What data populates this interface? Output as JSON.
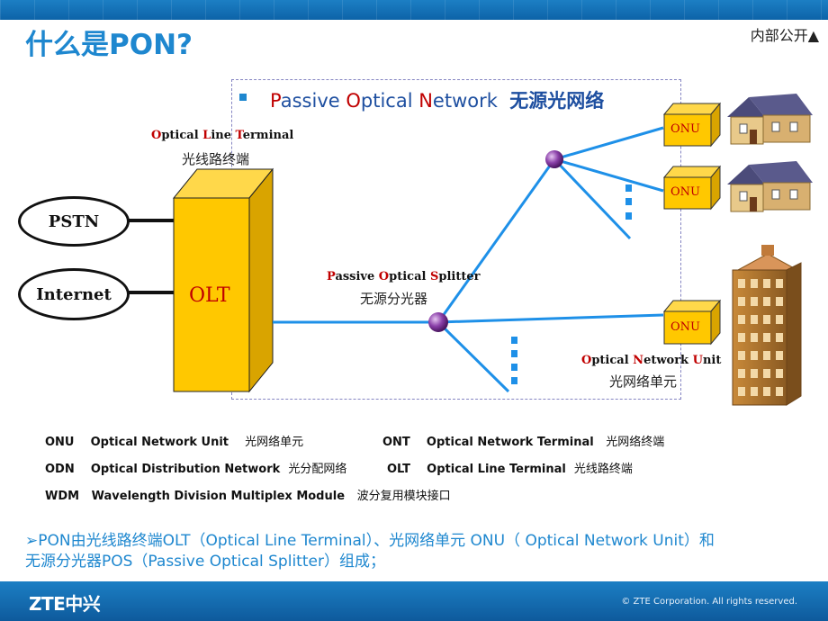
{
  "header": {
    "title": "什么是PON?",
    "classification": "内部公开▲"
  },
  "pon_title": {
    "p1": "P",
    "p1_rest": "assive ",
    "p2": "O",
    "p2_rest": "ptical ",
    "p3": "N",
    "p3_rest": "etwork",
    "cn": "无源光网络"
  },
  "olt_label": {
    "c1": "O",
    "r1": "ptical ",
    "c2": "L",
    "r2": "ine ",
    "c3": "T",
    "r3": "erminal",
    "cn": "光线路终端",
    "box": "OLT"
  },
  "clouds": {
    "pstn": "PSTN",
    "internet": "Internet"
  },
  "splitter_label": {
    "c1": "P",
    "r1": "assive ",
    "c2": "O",
    "r2": "ptical ",
    "c3": "S",
    "r3": "plitter",
    "cn": "无源分光器"
  },
  "onu_boxes": [
    "ONU",
    "ONU",
    "ONU"
  ],
  "onu_label": {
    "c1": "O",
    "r1": "ptical ",
    "c2": "N",
    "r2": "etwork ",
    "c3": "U",
    "r3": "nit",
    "cn": "光网络单元"
  },
  "legend": [
    {
      "abbr": "ONU",
      "en": "Optical Network Unit",
      "cn": "光网络单元"
    },
    {
      "abbr": "ONT",
      "en": "Optical Network Terminal",
      "cn": "光网络终端"
    },
    {
      "abbr": "ODN",
      "en": "Optical Distribution Network",
      "cn": "光分配网络"
    },
    {
      "abbr": "OLT",
      "en": "Optical Line Terminal",
      "cn": "光线路终端"
    },
    {
      "abbr": "WDM",
      "en": "Wavelength Division Multiplex Module",
      "cn": "波分复用模块接口"
    }
  ],
  "summary": {
    "line1": "➢PON由光线路终端OLT（Optical Line Terminal）、光网络单元 ONU（ Optical Network Unit）和",
    "line2": "无源分光器POS（Passive Optical Splitter）组成；"
  },
  "footer": {
    "logo": "ZTE中兴",
    "copyright": "© ZTE Corporation. All rights reserved."
  },
  "colors": {
    "accent": "#1e87cf",
    "highlight": "#c00000",
    "fiber": "#1e90e8",
    "olt_fill": "#ffc800",
    "dashed_border": "#8585c2"
  }
}
